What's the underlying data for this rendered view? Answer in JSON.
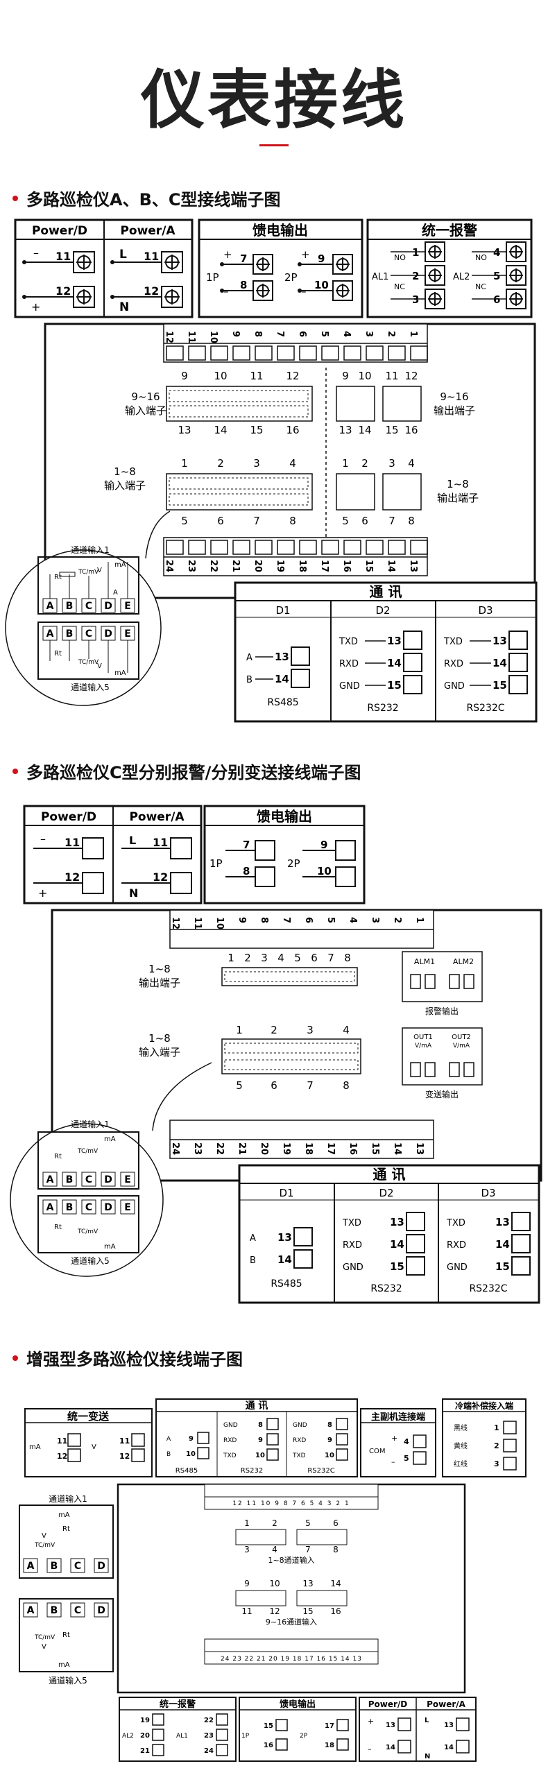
{
  "title": "仪表接线",
  "sections": [
    {
      "heading": "多路巡检仪A、B、C型接线端子图"
    },
    {
      "heading": "多路巡检仪C型分别报警/分别变送接线端子图"
    },
    {
      "heading": "增强型多路巡检仪接线端子图"
    }
  ],
  "labels": {
    "power_d": "Power/D",
    "power_a": "Power/A",
    "feed": "馈电输出",
    "alarm": "统一报警",
    "comm": "通  讯",
    "comm2": "通 讯",
    "retrans": "统一变送",
    "master": "主副机连接端",
    "cold": "冷端补偿接入端",
    "in_9_16": "9~16",
    "in_9_16_b": "输入端子",
    "out_9_16_b": "输出端子",
    "in_1_8": "1~8",
    "ch1": "通道输入1",
    "ch5": "通道输入5",
    "alarm_out": "报警输出",
    "retrans_out": "变送输出",
    "rs485": "RS485",
    "rs232": "RS232",
    "rs232c": "RS232C",
    "d1": "D1",
    "d2": "D2",
    "d3": "D3",
    "txd": "TXD",
    "rxd": "RXD",
    "gnd": "GND",
    "black": "黑线",
    "yellow": "黄线",
    "red": "红线",
    "com": "COM",
    "ch1_8_in": "1~8通道输入",
    "ch9_16_in": "9~16通道输入",
    "out_1_8": "输出端子",
    "alm1": "ALM1",
    "alm2": "ALM2",
    "out1": "OUT1",
    "out2": "OUT2",
    "vma": "V/mA"
  }
}
